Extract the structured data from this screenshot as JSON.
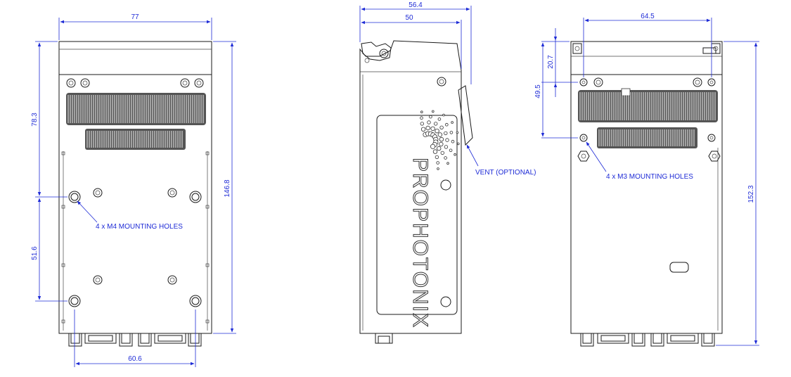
{
  "front_view": {
    "dim_width": "77",
    "dim_height": "146.8",
    "dim_upper": "78.3",
    "dim_lower": "51.6",
    "dim_hole_spacing": "60.6",
    "note_holes": "4 x M4 MOUNTING HOLES"
  },
  "side_view": {
    "dim_overall": "56.4",
    "dim_body": "50",
    "note_vent": "VENT (OPTIONAL)",
    "brand": "PROPHOTONIX"
  },
  "rear_view": {
    "dim_width": "64.5",
    "dim_upper": "20.7",
    "dim_middle": "49.5",
    "dim_height": "152.3",
    "note_holes": "4 x M3 MOUNTING HOLES"
  },
  "colors": {
    "dimension": "#1e2bd6",
    "outline": "#1a1a1a"
  }
}
